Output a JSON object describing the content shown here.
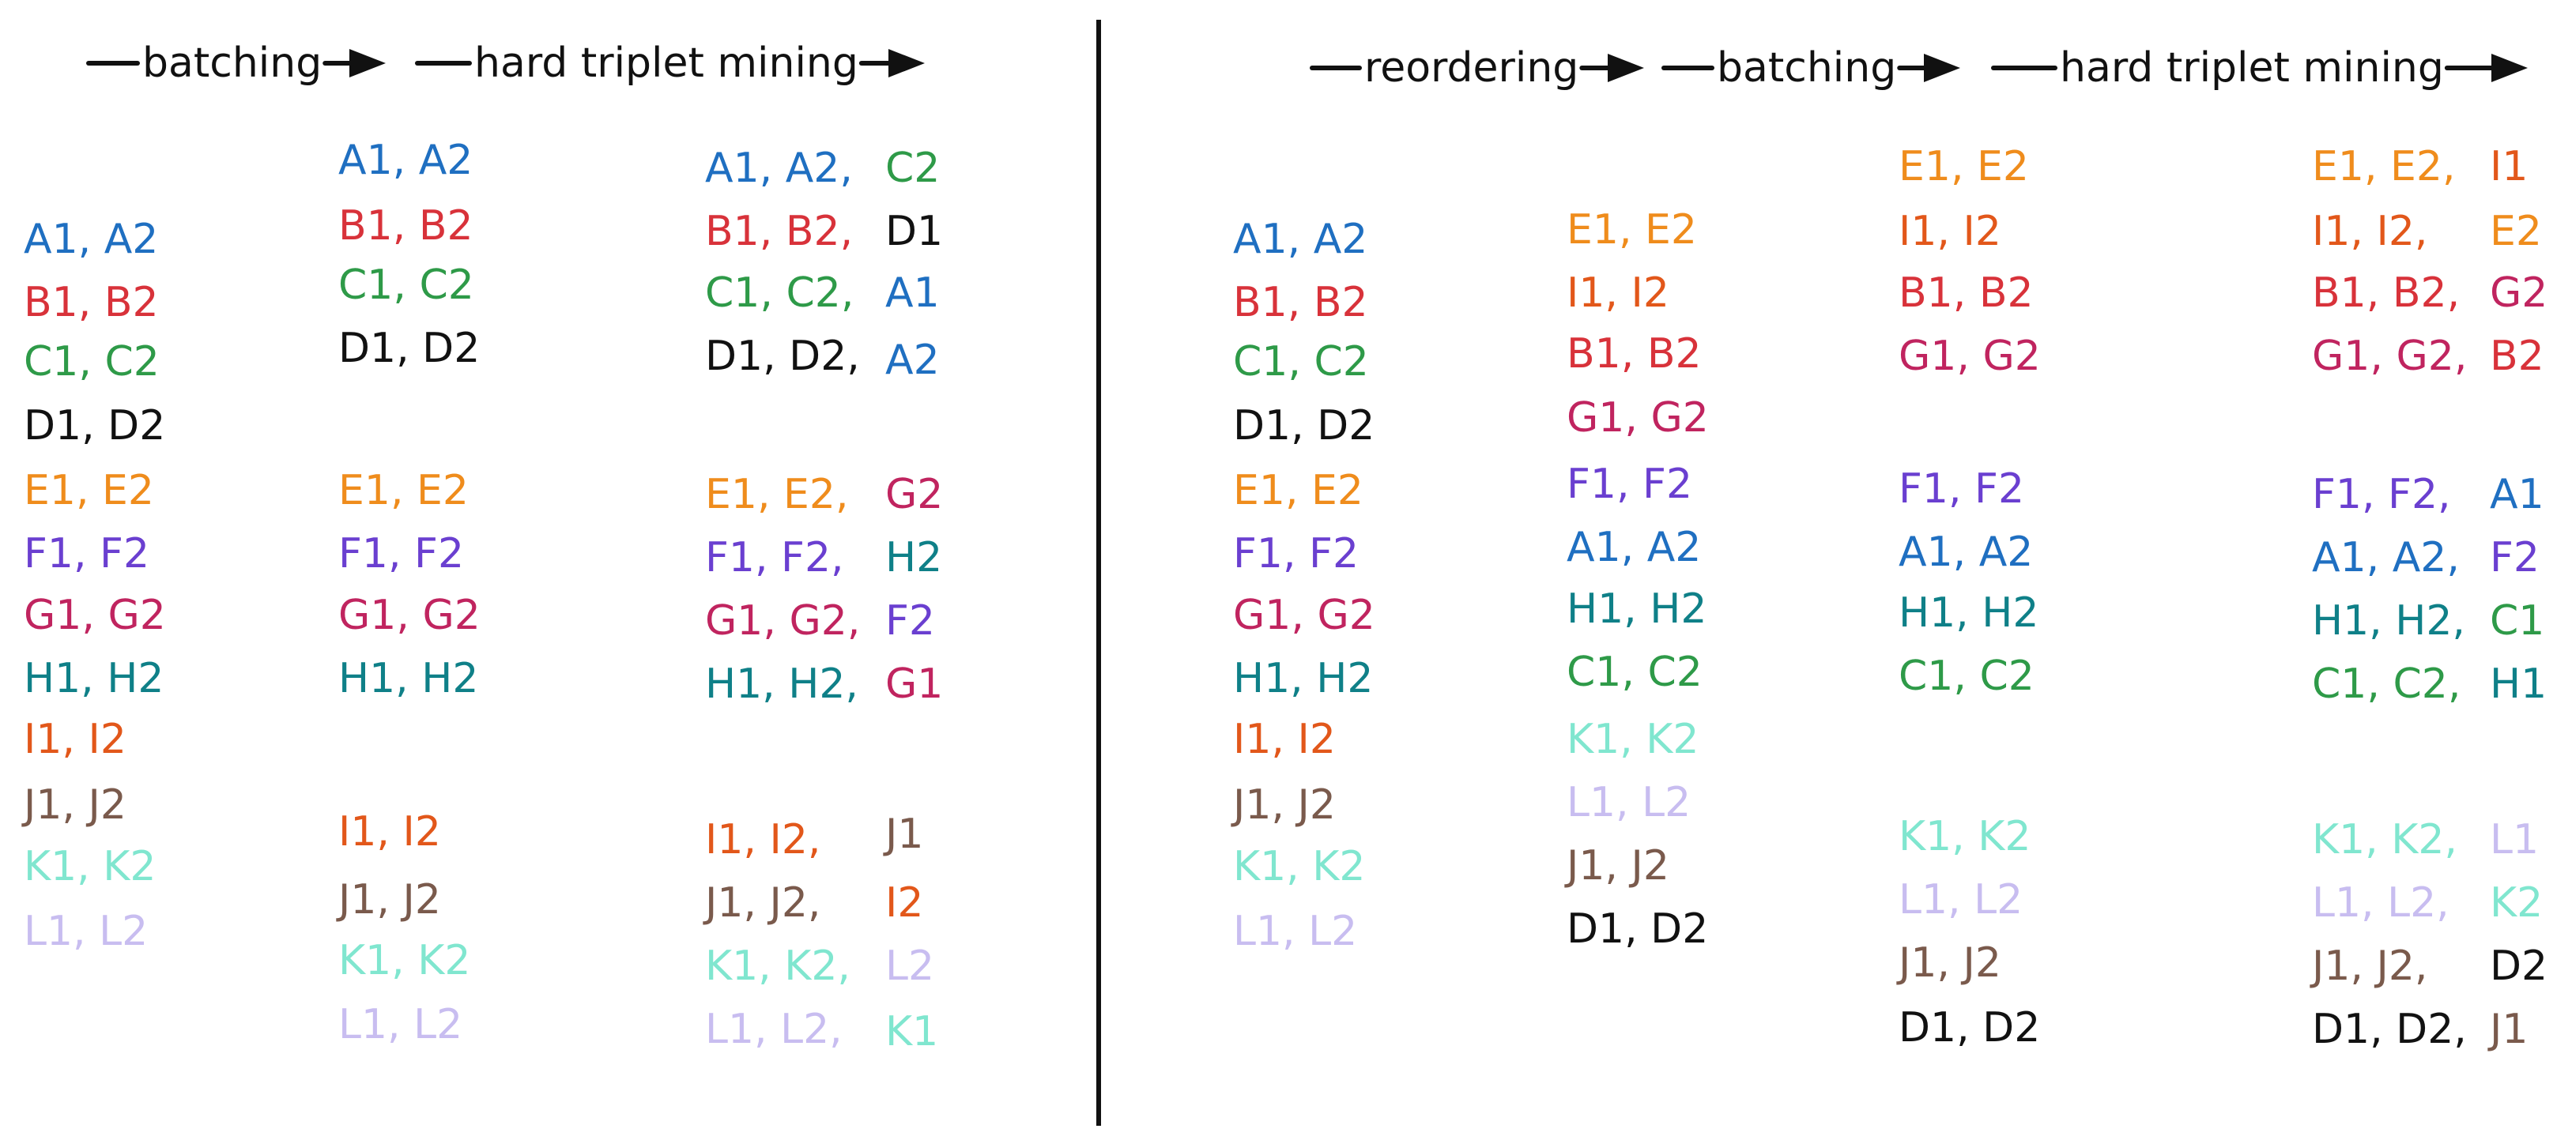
{
  "colors": {
    "A": "#1f6fc1",
    "B": "#d8323a",
    "C": "#2e9a48",
    "D": "#111111",
    "E": "#ef8c1c",
    "F": "#6a3fd0",
    "G": "#c0245f",
    "H": "#0f8088",
    "I": "#e2571a",
    "J": "#7a5a4c",
    "K": "#80e6cf",
    "L": "#c8bdf0",
    "arrow": "#111111",
    "divider": "#111111"
  },
  "left": {
    "steps": [
      {
        "label": "batching"
      },
      {
        "label": "hard triplet mining"
      }
    ],
    "col1": [
      {
        "text": "A1, A2",
        "c": "A"
      },
      {
        "text": "B1, B2",
        "c": "B"
      },
      {
        "text": "C1, C2",
        "c": "C"
      },
      {
        "text": "D1, D2",
        "c": "D"
      },
      {
        "text": "E1, E2",
        "c": "E"
      },
      {
        "text": "F1, F2",
        "c": "F"
      },
      {
        "text": "G1, G2",
        "c": "G"
      },
      {
        "text": "H1, H2",
        "c": "H"
      },
      {
        "text": "I1, I2",
        "c": "I"
      },
      {
        "text": "J1, J2",
        "c": "J"
      },
      {
        "text": "K1, K2",
        "c": "K"
      },
      {
        "text": "L1, L2",
        "c": "L"
      }
    ],
    "col2": [
      {
        "text": "A1, A2",
        "c": "A"
      },
      {
        "text": "B1, B2",
        "c": "B"
      },
      {
        "text": "C1, C2",
        "c": "C"
      },
      {
        "text": "D1, D2",
        "c": "D"
      },
      {
        "text": "E1, E2",
        "c": "E"
      },
      {
        "text": "F1, F2",
        "c": "F"
      },
      {
        "text": "G1, G2",
        "c": "G"
      },
      {
        "text": "H1, H2",
        "c": "H"
      },
      {
        "text": "I1, I2",
        "c": "I"
      },
      {
        "text": "J1, J2",
        "c": "J"
      },
      {
        "text": "K1, K2",
        "c": "K"
      },
      {
        "text": "L1, L2",
        "c": "L"
      }
    ],
    "col3": [
      {
        "text": "A1, A2,",
        "c": "A"
      },
      {
        "text": "B1, B2,",
        "c": "B"
      },
      {
        "text": "C1, C2,",
        "c": "C"
      },
      {
        "text": "D1, D2,",
        "c": "D"
      },
      {
        "text": "E1, E2,",
        "c": "E"
      },
      {
        "text": "F1, F2,",
        "c": "F"
      },
      {
        "text": "G1, G2,",
        "c": "G"
      },
      {
        "text": "H1, H2,",
        "c": "H"
      },
      {
        "text": "I1, I2,",
        "c": "I"
      },
      {
        "text": "J1, J2,",
        "c": "J"
      },
      {
        "text": "K1, K2,",
        "c": "K"
      },
      {
        "text": "L1, L2,",
        "c": "L"
      }
    ],
    "col3neg": [
      {
        "text": "C2",
        "c": "C"
      },
      {
        "text": "D1",
        "c": "D"
      },
      {
        "text": "A1",
        "c": "A"
      },
      {
        "text": "A2",
        "c": "A"
      },
      {
        "text": "G2",
        "c": "G"
      },
      {
        "text": "H2",
        "c": "H"
      },
      {
        "text": "F2",
        "c": "F"
      },
      {
        "text": "G1",
        "c": "G"
      },
      {
        "text": "J1",
        "c": "J"
      },
      {
        "text": "I2",
        "c": "I"
      },
      {
        "text": "L2",
        "c": "L"
      },
      {
        "text": "K1",
        "c": "K"
      }
    ]
  },
  "right": {
    "steps": [
      {
        "label": "reordering"
      },
      {
        "label": "batching"
      },
      {
        "label": "hard triplet mining"
      }
    ],
    "col1": [
      {
        "text": "A1, A2",
        "c": "A"
      },
      {
        "text": "B1, B2",
        "c": "B"
      },
      {
        "text": "C1, C2",
        "c": "C"
      },
      {
        "text": "D1, D2",
        "c": "D"
      },
      {
        "text": "E1, E2",
        "c": "E"
      },
      {
        "text": "F1, F2",
        "c": "F"
      },
      {
        "text": "G1, G2",
        "c": "G"
      },
      {
        "text": "H1, H2",
        "c": "H"
      },
      {
        "text": "I1, I2",
        "c": "I"
      },
      {
        "text": "J1, J2",
        "c": "J"
      },
      {
        "text": "K1, K2",
        "c": "K"
      },
      {
        "text": "L1, L2",
        "c": "L"
      }
    ],
    "col2": [
      {
        "text": "E1, E2",
        "c": "E"
      },
      {
        "text": "I1, I2",
        "c": "I"
      },
      {
        "text": "B1, B2",
        "c": "B"
      },
      {
        "text": "G1, G2",
        "c": "G"
      },
      {
        "text": "F1, F2",
        "c": "F"
      },
      {
        "text": "A1, A2",
        "c": "A"
      },
      {
        "text": "H1, H2",
        "c": "H"
      },
      {
        "text": "C1, C2",
        "c": "C"
      },
      {
        "text": "K1, K2",
        "c": "K"
      },
      {
        "text": "L1, L2",
        "c": "L"
      },
      {
        "text": "J1, J2",
        "c": "J"
      },
      {
        "text": "D1, D2",
        "c": "D"
      }
    ],
    "col3": [
      {
        "text": "E1, E2",
        "c": "E"
      },
      {
        "text": "I1, I2",
        "c": "I"
      },
      {
        "text": "B1, B2",
        "c": "B"
      },
      {
        "text": "G1, G2",
        "c": "G"
      },
      {
        "text": "F1, F2",
        "c": "F"
      },
      {
        "text": "A1, A2",
        "c": "A"
      },
      {
        "text": "H1, H2",
        "c": "H"
      },
      {
        "text": "C1, C2",
        "c": "C"
      },
      {
        "text": "K1, K2",
        "c": "K"
      },
      {
        "text": "L1, L2",
        "c": "L"
      },
      {
        "text": "J1, J2",
        "c": "J"
      },
      {
        "text": "D1, D2",
        "c": "D"
      }
    ],
    "col4": [
      {
        "text": "E1, E2,",
        "c": "E"
      },
      {
        "text": "I1, I2,",
        "c": "I"
      },
      {
        "text": "B1, B2,",
        "c": "B"
      },
      {
        "text": "G1, G2,",
        "c": "G"
      },
      {
        "text": "F1, F2,",
        "c": "F"
      },
      {
        "text": "A1, A2,",
        "c": "A"
      },
      {
        "text": "H1, H2,",
        "c": "H"
      },
      {
        "text": "C1, C2,",
        "c": "C"
      },
      {
        "text": "K1, K2,",
        "c": "K"
      },
      {
        "text": "L1, L2,",
        "c": "L"
      },
      {
        "text": "J1, J2,",
        "c": "J"
      },
      {
        "text": "D1, D2,",
        "c": "D"
      }
    ],
    "col4neg": [
      {
        "text": "I1",
        "c": "I"
      },
      {
        "text": "E2",
        "c": "E"
      },
      {
        "text": "G2",
        "c": "G"
      },
      {
        "text": "B2",
        "c": "B"
      },
      {
        "text": "A1",
        "c": "A"
      },
      {
        "text": "F2",
        "c": "F"
      },
      {
        "text": "C1",
        "c": "C"
      },
      {
        "text": "H1",
        "c": "H"
      },
      {
        "text": "L1",
        "c": "L"
      },
      {
        "text": "K2",
        "c": "K"
      },
      {
        "text": "D2",
        "c": "D"
      },
      {
        "text": "J1",
        "c": "J"
      }
    ]
  }
}
